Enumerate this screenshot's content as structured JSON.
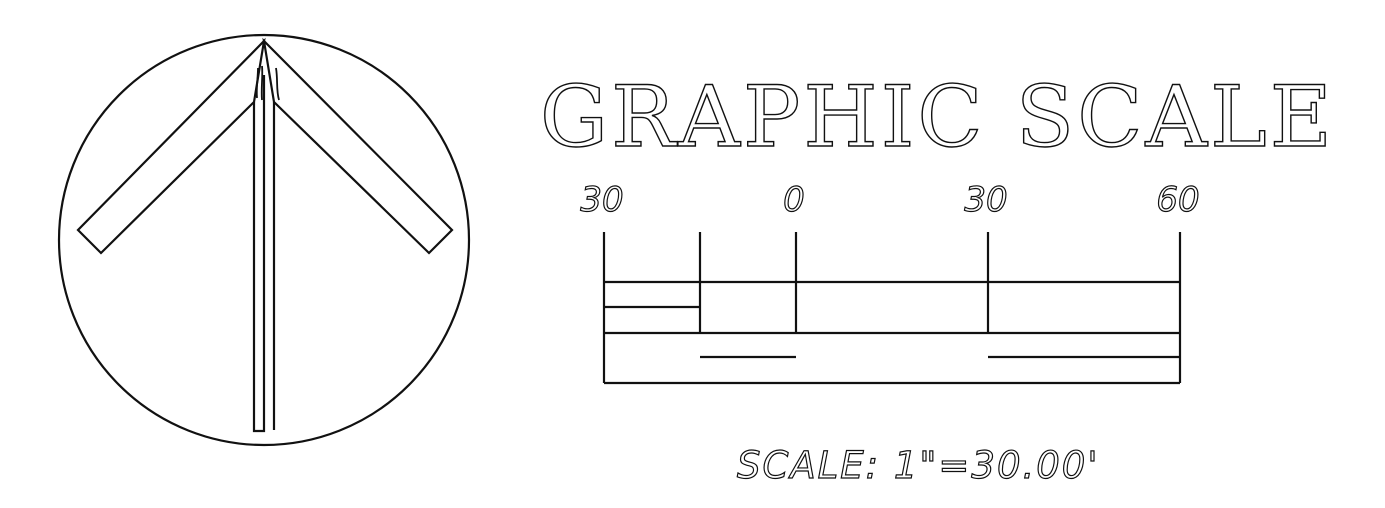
{
  "title": "GRAPHIC SCALE",
  "scale_note": "SCALE:  1\"=30.00'",
  "north_arrow": {
    "icon": "north-arrow-icon"
  },
  "scale_bar": {
    "tick_labels": [
      {
        "text": "30",
        "value": -30
      },
      {
        "text": "0",
        "value": 0
      },
      {
        "text": "30",
        "value": 30
      },
      {
        "text": "60",
        "value": 60
      }
    ],
    "range": [
      -30,
      60
    ],
    "minor_tick_value": -15,
    "unit_feet_per_inch": 30
  },
  "colors": {
    "ink": "#111111",
    "background": "#ffffff"
  }
}
